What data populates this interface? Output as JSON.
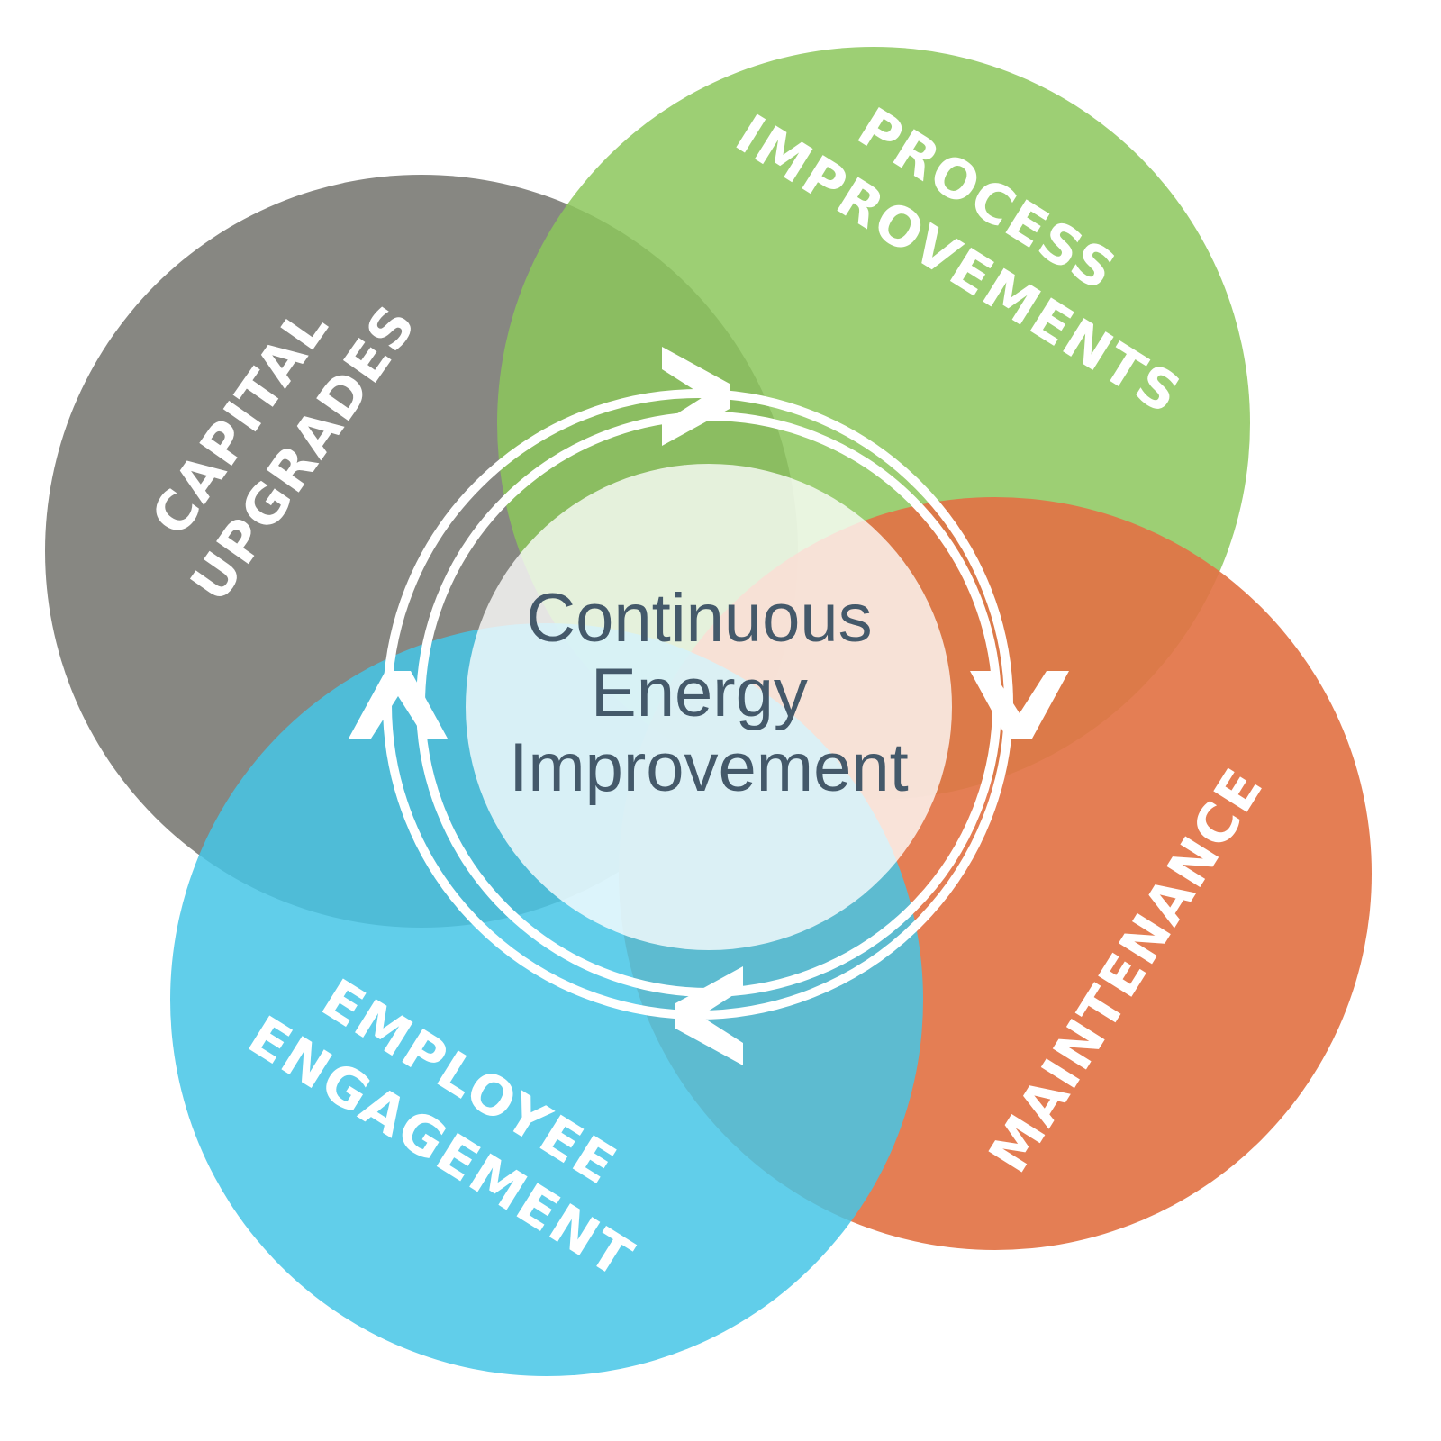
{
  "center": {
    "lines": [
      "Continuous",
      "Energy",
      "Improvement"
    ]
  },
  "circles": {
    "capital_upgrades": {
      "lines": [
        "CAPITAL",
        "UPGRADES"
      ],
      "color": "#7a7a74"
    },
    "process_improvements": {
      "lines": [
        "PROCESS",
        "IMPROVEMENTS"
      ],
      "color": "#8cc75c"
    },
    "maintenance": {
      "lines": [
        "MAINTENANCE"
      ],
      "color": "#e27345"
    },
    "employee_engagement": {
      "lines": [
        "EMPLOYEE",
        "ENGAGEMENT"
      ],
      "color": "#45c6e6"
    }
  },
  "colors": {
    "center_disc": "#ffffff",
    "cycle_ring": "#ffffff",
    "center_text": "#44596a"
  }
}
